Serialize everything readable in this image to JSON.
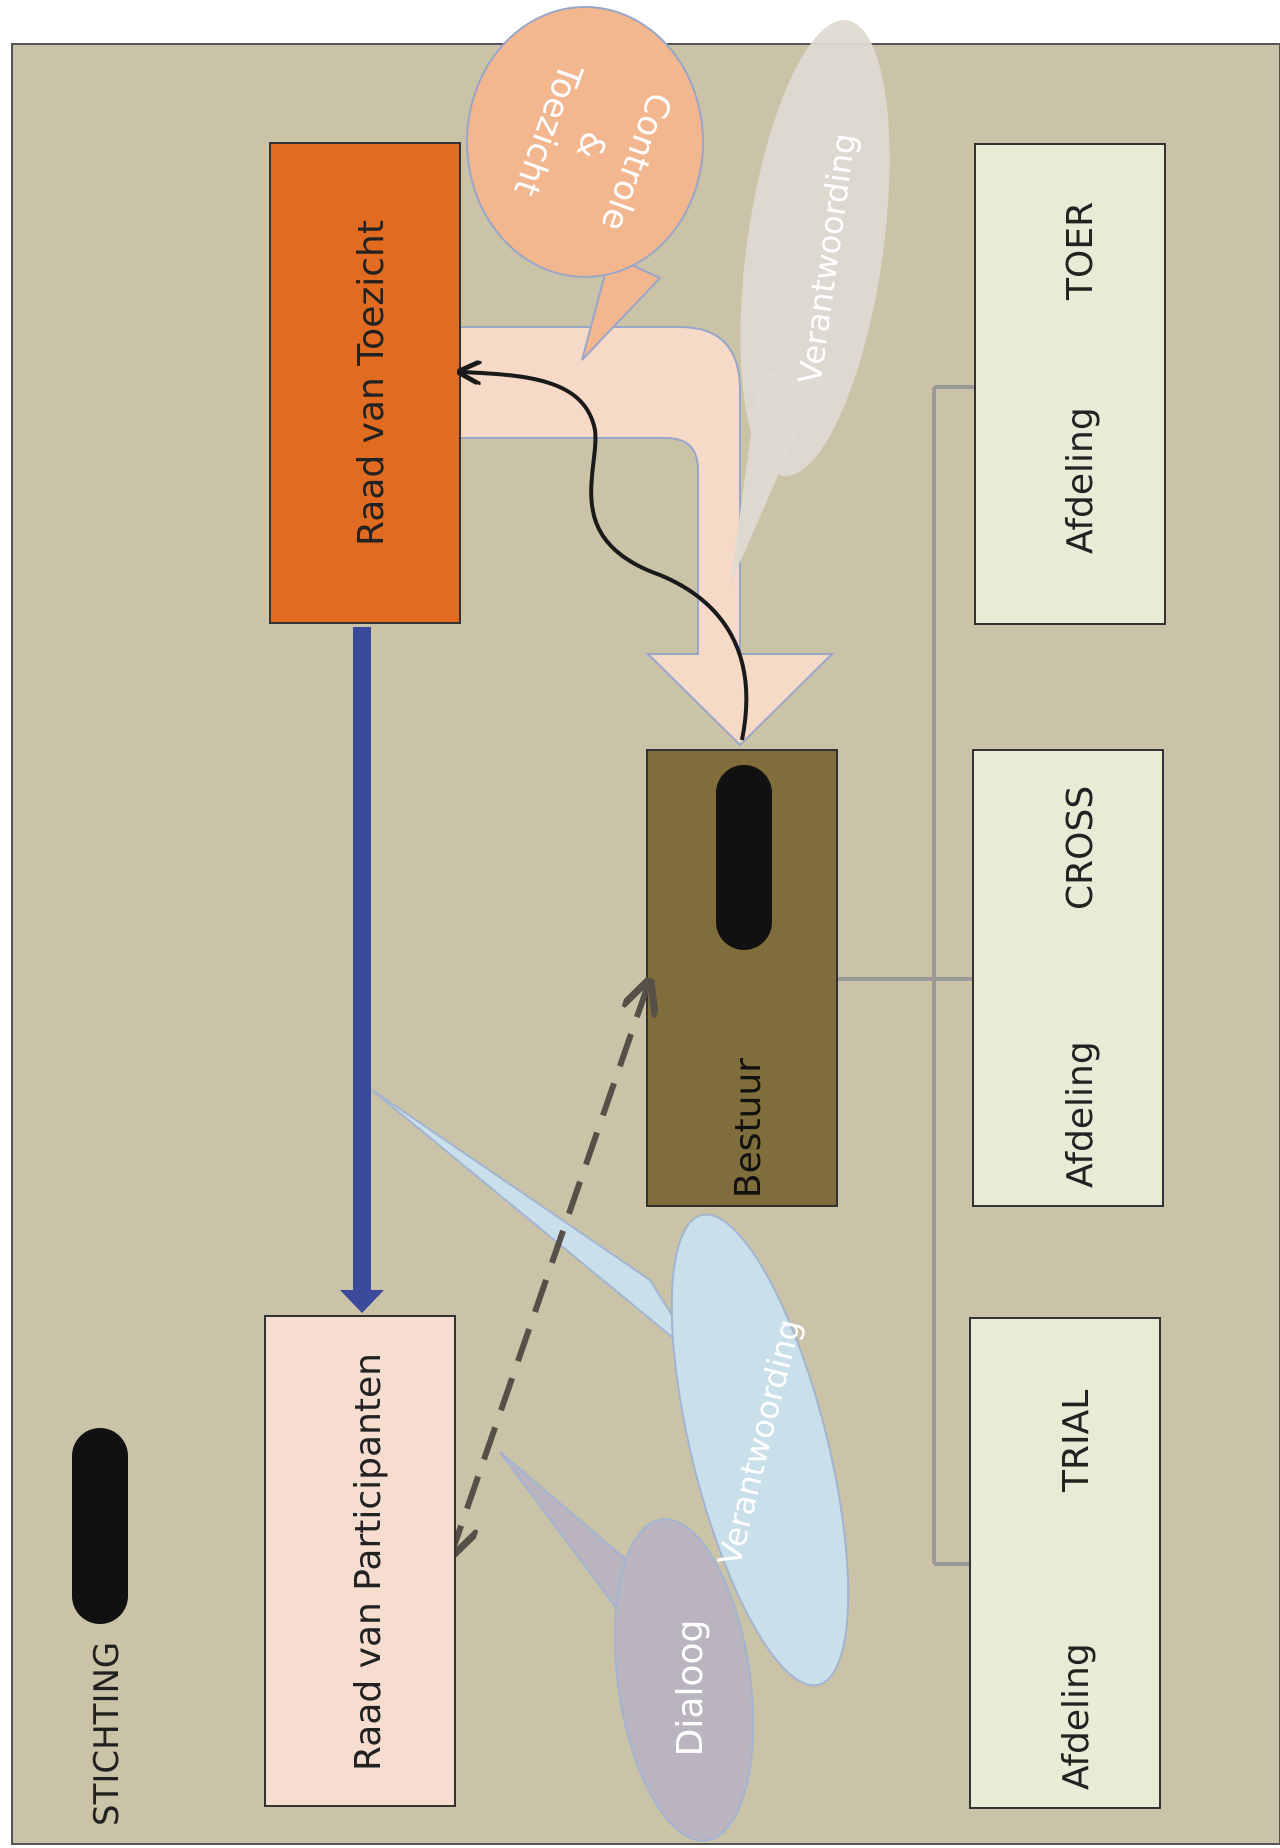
{
  "title": {
    "prefix": "STICHTING"
  },
  "boxes": {
    "raad_van_toezicht": "Raad van Toezicht",
    "raad_van_participanten": "Raad van Participanten",
    "bestuur": "Bestuur",
    "afdeling_toer": {
      "line1": "Afdeling",
      "line2": "TOER"
    },
    "afdeling_cross": {
      "line1": "Afdeling",
      "line2": "CROSS"
    },
    "afdeling_trial": {
      "line1": "Afdeling",
      "line2": "TRIAL"
    }
  },
  "callouts": {
    "controle": {
      "line1": "Controle",
      "line2": "&",
      "line3": "Toezicht"
    },
    "verantwoording_top": "Verantwoording",
    "verantwoording_bottom": "Verantwoording",
    "dialoog": "Dialoog"
  },
  "colors": {
    "page_bg": "#cbc3a7",
    "toezicht_box": "#e26b22",
    "participanten_box": "#f6ddd0",
    "bestuur_box": "#7f6d3c",
    "afdeling_box": "#e8ecd7",
    "blue_arrow": "#3b4a9a",
    "big_arrow": "#f7d9c8",
    "controle_bubble": "#f3b78f",
    "verantwoording_bubble": "#c9dfea",
    "dialoog_bubble": "#b9b4c0",
    "grey_bubble": "#dedad2"
  }
}
